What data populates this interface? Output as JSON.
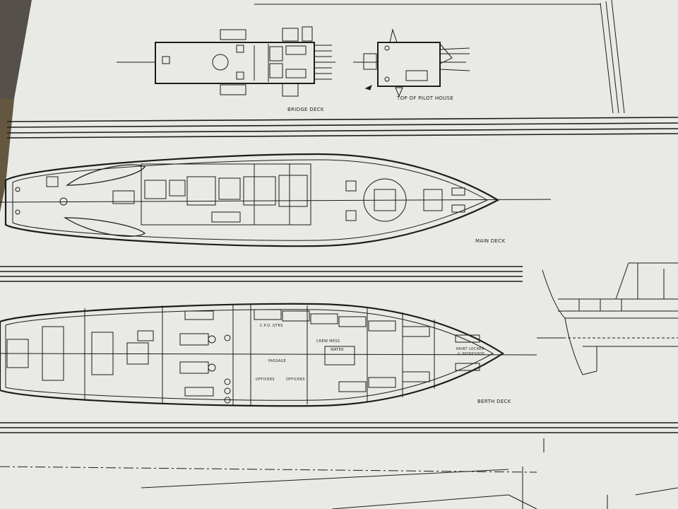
{
  "drawing": {
    "paper_color": "#e9e9e5",
    "ink_color": "#1c1c1c",
    "labels": {
      "bridge_deck": "BRIDGE DECK",
      "top_of_pilot_house": "TOP OF PILOT HOUSE",
      "main_deck": "MAIN DECK",
      "berth_deck": "BERTH DECK"
    },
    "callouts": {
      "cpo_qtrs": "C.P.O. QTRS",
      "passage": "PASSAGE",
      "crew_mess": "CREW MESS",
      "paint_locker": "PAINT LOCKER",
      "workshop": "& WORKSHOP",
      "water": "WATER",
      "officers_1": "OFFICERS",
      "officers_2": "OFFICERS"
    }
  }
}
